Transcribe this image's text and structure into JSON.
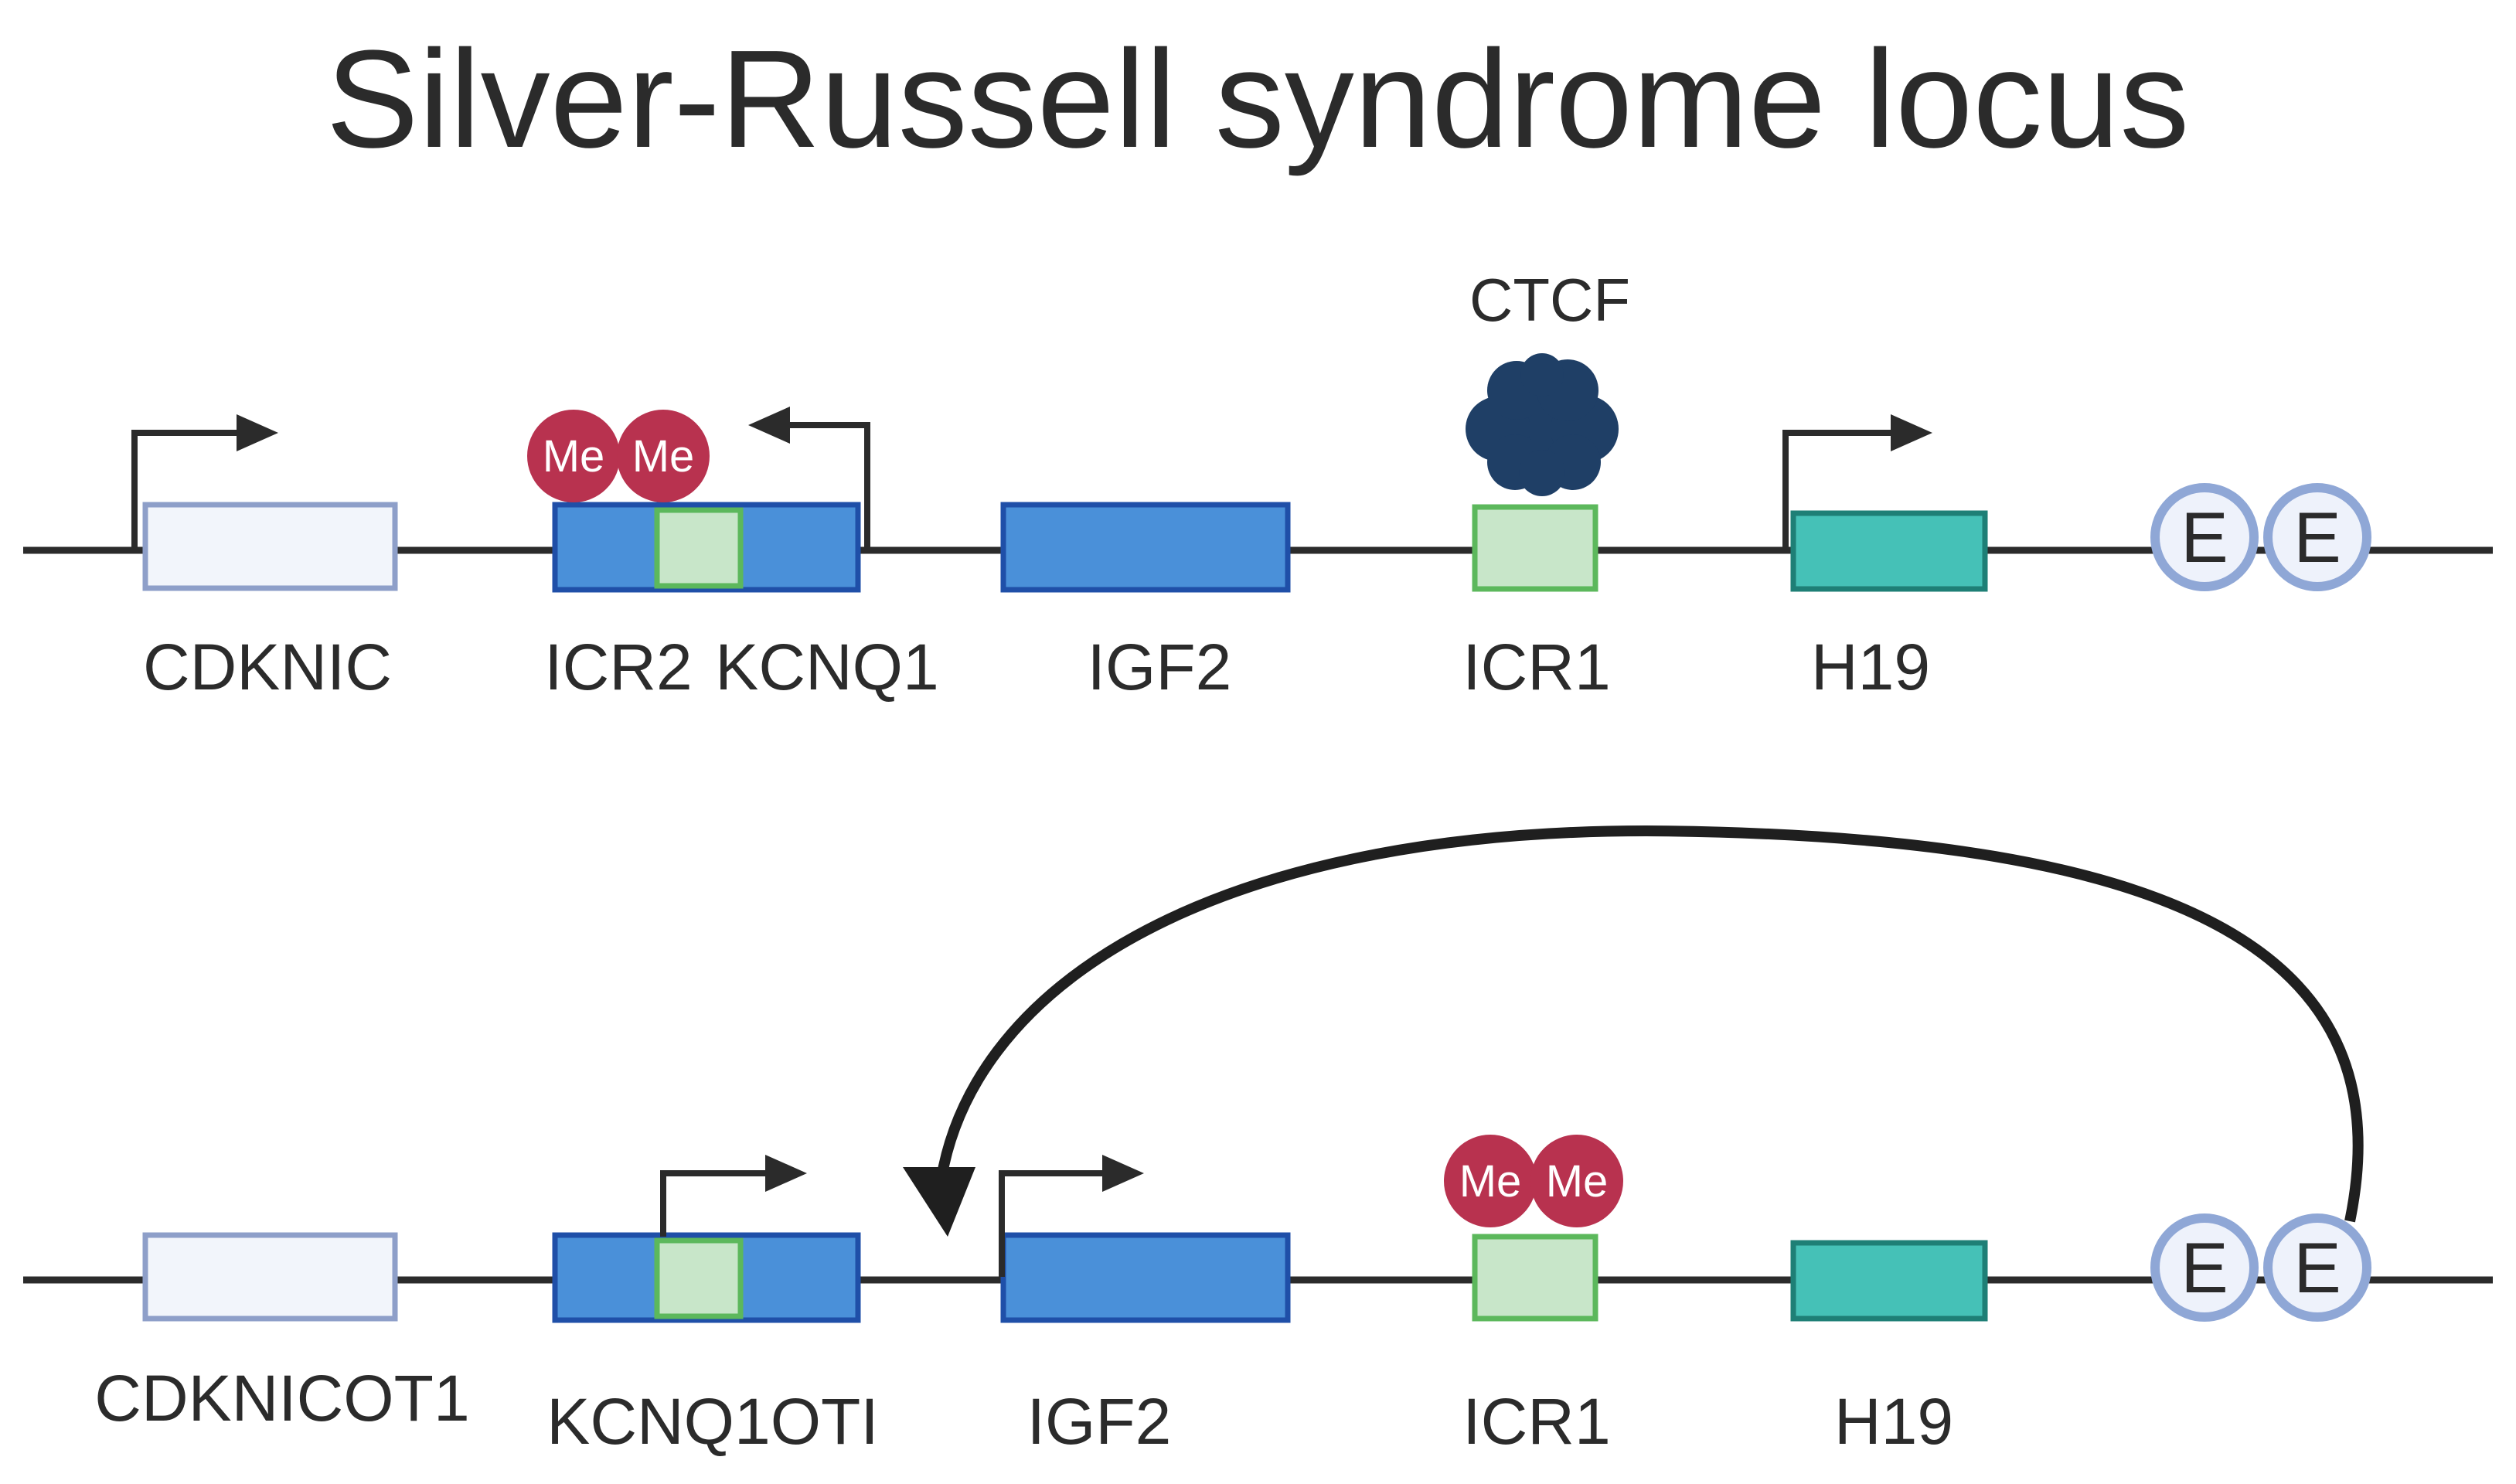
{
  "title": "Silver-Russell syndrome locus",
  "colors": {
    "dna_line": "#2b2b2b",
    "pale_gene_fill": "#f2f5fb",
    "pale_gene_stroke": "#8e9fc9",
    "blue_gene_fill": "#4a90d9",
    "blue_gene_stroke": "#1f4fa8",
    "icr_fill": "#c8e6c9",
    "icr_stroke": "#5cb85c",
    "h19_fill": "#45c1b7",
    "h19_stroke": "#1e7f76",
    "methyl": "#b8324f",
    "ctcf": "#1f3f66",
    "enhancer_fill": "#eef2fb",
    "enhancer_stroke": "#8fa7d6"
  },
  "top_track": {
    "genes": {
      "cdknic": "CDKNIC",
      "icr2": "ICR2",
      "kcnq1": "KCNQ1",
      "igf2": "IGF2",
      "icr1": "ICR1",
      "h19": "H19"
    },
    "ctcf_label": "CTCF",
    "methyl_labels": [
      "Me",
      "Me"
    ],
    "enhancer_labels": [
      "E",
      "E"
    ]
  },
  "bottom_track": {
    "genes": {
      "cdknicot1": "CDKNICOT1",
      "kcnq1oti": "KCNQ1OTI",
      "igf2": "IGF2",
      "icr1": "ICR1",
      "h19": "H19"
    },
    "methyl_labels": [
      "Me",
      "Me"
    ],
    "enhancer_labels": [
      "E",
      "E"
    ]
  },
  "icons": {
    "promoter_arrow": "promoter-arrow-icon",
    "methyl_group": "methyl-group-icon",
    "ctcf_protein": "ctcf-protein-icon",
    "enhancer": "enhancer-icon",
    "enhancer_loop_arrow": "enhancer-loop-arrow-icon"
  }
}
